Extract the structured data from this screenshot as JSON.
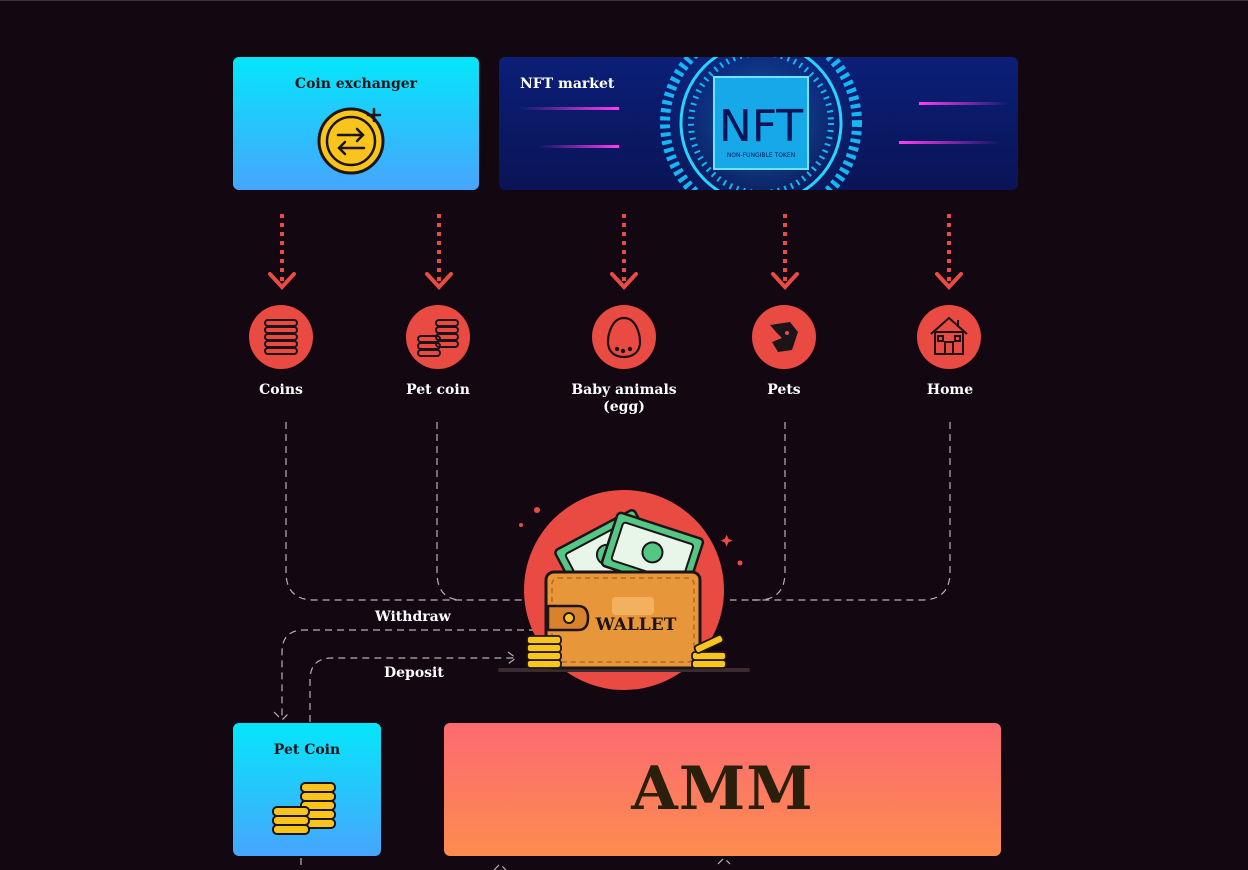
{
  "cards": {
    "coin_exchanger": "Coin exchanger",
    "nft_market": "NFT market",
    "nft_badge": "NFT",
    "nft_subtext": "NON-FUNGIBLE TOKEN",
    "pet_coin": "Pet Coin",
    "amm": "AMM"
  },
  "nodes": [
    {
      "label": "Coins",
      "icon": "coins-stack-icon"
    },
    {
      "label": "Pet coin",
      "icon": "pet-coin-icon"
    },
    {
      "label": "Baby animals (egg)",
      "icon": "egg-icon"
    },
    {
      "label": "Pets",
      "icon": "dragon-pet-icon"
    },
    {
      "label": "Home",
      "icon": "house-icon"
    }
  ],
  "wallet": {
    "label": "WALLET"
  },
  "flows": {
    "withdraw": "Withdraw",
    "deposit": "Deposit"
  },
  "colors": {
    "background": "#130811",
    "accent_red": "#e94b43",
    "cyan": "#05e6fb",
    "blue": "#47a5fc",
    "amm_top": "#fc6a72",
    "amm_bottom": "#fd8c4f"
  }
}
